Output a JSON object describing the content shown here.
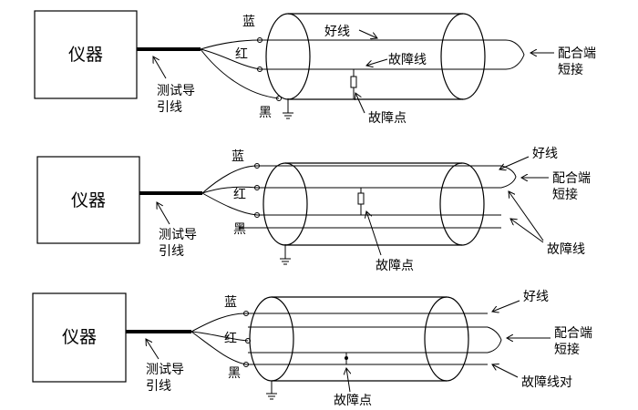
{
  "diagrams": [
    {
      "instrument": "仪器",
      "lead_label_line1": "测试导",
      "lead_label_line2": "引线",
      "wire_blue": "蓝",
      "wire_red": "红",
      "wire_black": "黑",
      "good_wire": "好线",
      "fault_wire": "故障线",
      "fault_point": "故障点",
      "end_label_line1": "配合端",
      "end_label_line2": "短接"
    },
    {
      "instrument": "仪器",
      "lead_label_line1": "测试导",
      "lead_label_line2": "引线",
      "wire_blue": "蓝",
      "wire_red": "红",
      "wire_black": "黑",
      "good_wire": "好线",
      "fault_wire": "故障线",
      "fault_point": "故障点",
      "end_label_line1": "配合端",
      "end_label_line2": "短接"
    },
    {
      "instrument": "仪器",
      "lead_label_line1": "测试导",
      "lead_label_line2": "引线",
      "wire_blue": "蓝",
      "wire_red": "红",
      "wire_black": "黑",
      "good_wire": "好线",
      "fault_wire": "故障线对",
      "fault_point": "故障点",
      "end_label_line1": "配合端",
      "end_label_line2": "短接"
    }
  ]
}
